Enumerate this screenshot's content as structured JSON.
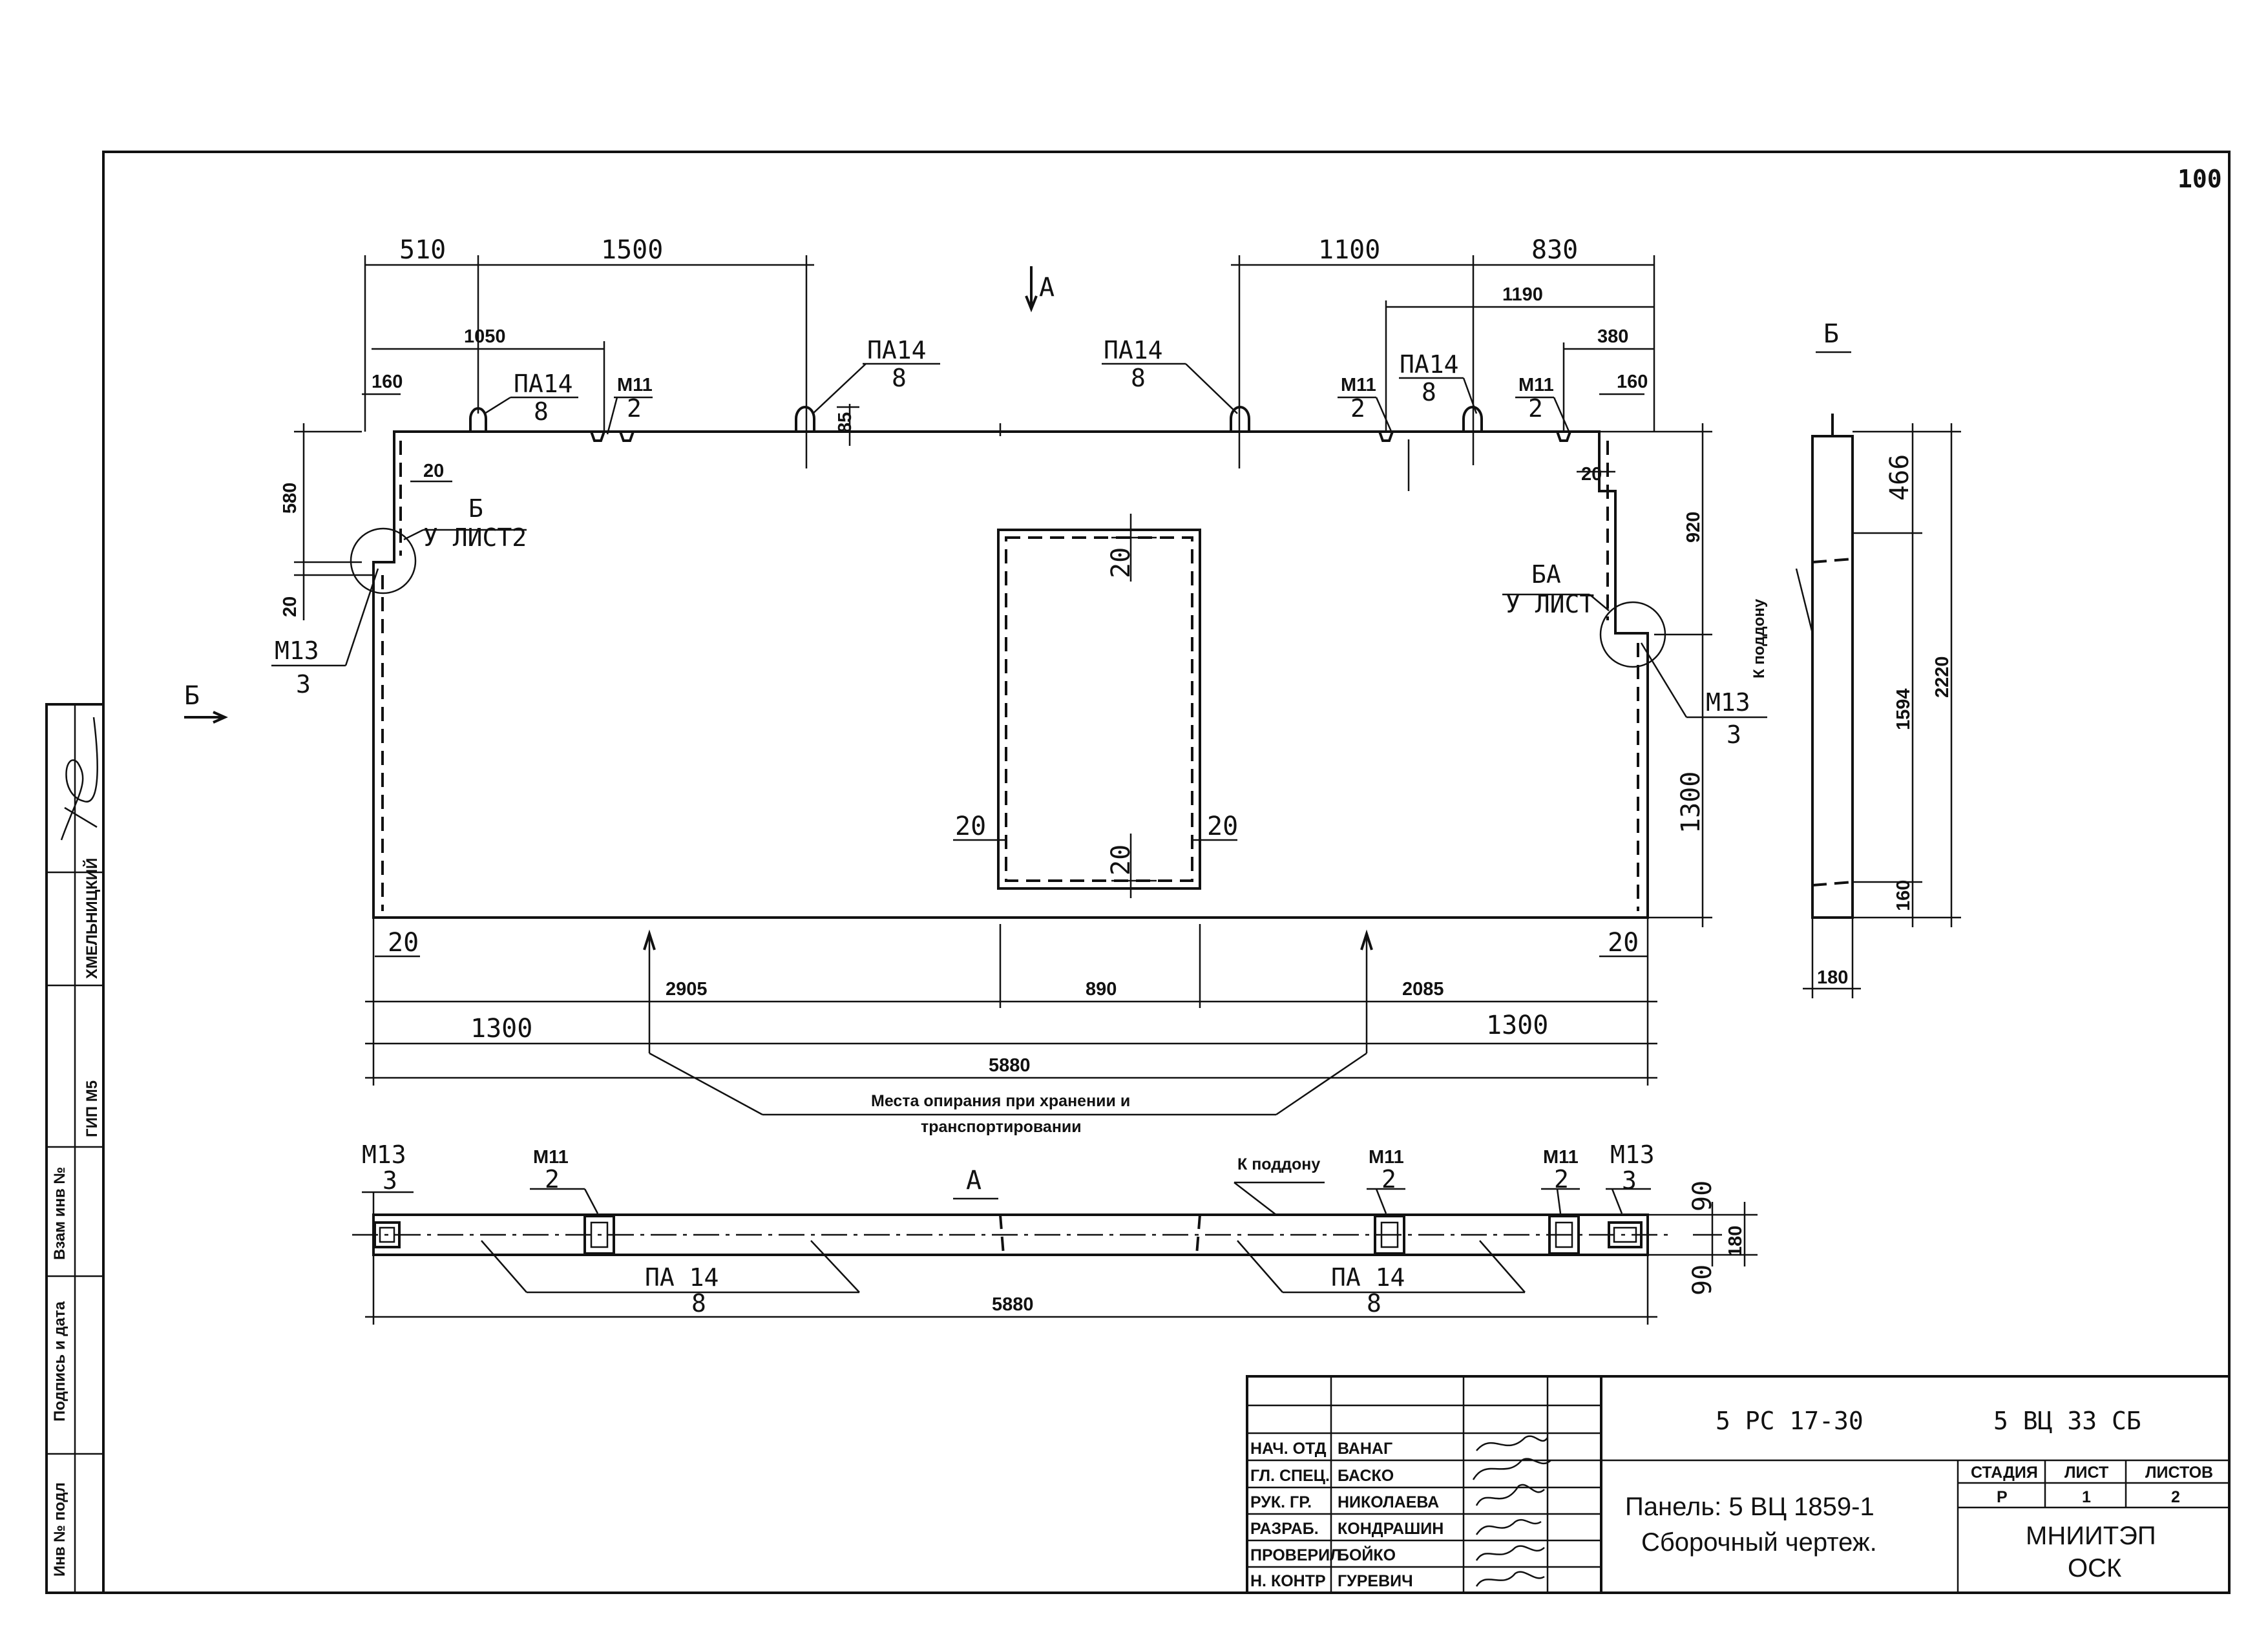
{
  "sheet": {
    "page_number": "100"
  },
  "main_view": {
    "top_dims": {
      "d510": "510",
      "d1500": "1500",
      "d1100": "1100",
      "d830": "830",
      "d1050": "1050",
      "d1190": "1190",
      "d380": "380",
      "d160a": "160",
      "d160b": "160",
      "d85": "85"
    },
    "left_dims": {
      "d580": "580",
      "d20": "20"
    },
    "right_dims": {
      "d920": "920",
      "d1300": "1300"
    },
    "inner_dims": {
      "a": "20",
      "b": "20",
      "c": "20",
      "d": "20",
      "e": "20",
      "f": "20",
      "g": "20",
      "h": "20",
      "i": "20",
      "j": "20"
    },
    "bottom_dims": {
      "d2905": "2905",
      "d890": "890",
      "d2085": "2085",
      "d1300a": "1300",
      "d1300b": "1300",
      "d5880": "5880"
    },
    "labels": {
      "pa14": "ПА14",
      "m11": "М11",
      "m13": "М13",
      "n8": "8",
      "n2": "2",
      "n3": "3",
      "callout_b": "Б",
      "callout_b_sheet": "У ЛИСТ2",
      "callout_ba": "БА",
      "callout_ba_sheet": "У ЛИСТ",
      "view_a": "А",
      "view_b": "Б",
      "support_note_1": "Места опирания при хранении и",
      "support_note_2": "транспортировании"
    }
  },
  "side_view": {
    "title": "Б",
    "dims": {
      "d466": "466",
      "d1594": "1594",
      "d160": "160",
      "d2220": "2220",
      "d180": "180"
    },
    "note": "К поддону"
  },
  "plan_view": {
    "title": "А",
    "labels": {
      "m13": "М13",
      "m11": "М11",
      "n3": "3",
      "n2": "2",
      "pa14": "ПА 14",
      "n8": "8",
      "k_poddonu": "К поддону"
    },
    "dims": {
      "d5880": "5880",
      "d90a": "90",
      "d90b": "90",
      "d180": "180"
    }
  },
  "left_strip": {
    "labels": [
      "Инв № подл",
      "Подпись и дата",
      "Взам инв №",
      "ГИП М5",
      "ХМЕЛЬНИЦКИЙ"
    ]
  },
  "title_block": {
    "rows": [
      {
        "role": "НАЧ. ОТД",
        "name": "ВАНАГ"
      },
      {
        "role": "ГЛ. СПЕЦ.",
        "name": "БАСКО"
      },
      {
        "role": "РУК. ГР.",
        "name": "НИКОЛАЕВА"
      },
      {
        "role": "РАЗРАБ.",
        "name": "КОНДРАШИН"
      },
      {
        "role": "ПРОВЕРИЛ",
        "name": "БОЙКО"
      },
      {
        "role": "Н. КОНТР",
        "name": "ГУРЕВИЧ"
      }
    ],
    "code_left": "5 PC 17-30",
    "code_right": "5 ВЦ 33 СБ",
    "title_line1": "Панель: 5 ВЦ   1859-1",
    "title_line2": "Сборочный чертеж.",
    "stage_header": "СТАДИЯ",
    "sheet_header": "ЛИСТ",
    "sheets_header": "ЛИСТОВ",
    "stage": "Р",
    "sheet": "1",
    "sheets": "2",
    "org_line1": "МНИИТЭП",
    "org_line2": "ОСК"
  }
}
